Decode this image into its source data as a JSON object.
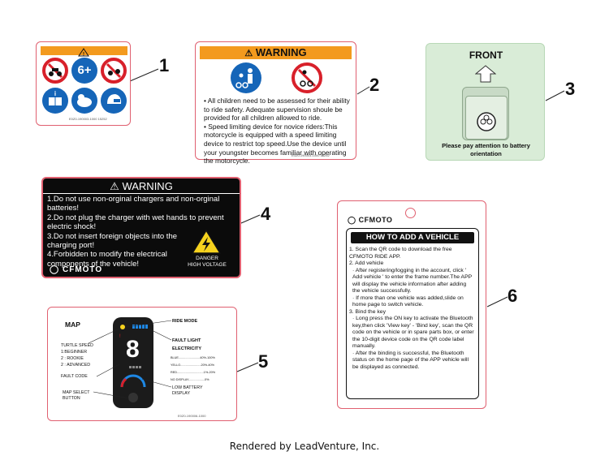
{
  "label1": {
    "code": "E0Z0-190003-1000 15252",
    "number": "1",
    "age_text": "6+"
  },
  "label2": {
    "title": "WARNING",
    "bullet1": "• All children need to be assessed for their ability to ride safety. Adequate supervision shoule be provided for all children allowed to ride.",
    "bullet2": "• Speed limiting device for novice riders:This motorcycle is equipped with a speed limiting device to restrict top speed.Use the device until your youngster becomes familiar with operating the motorcycle.",
    "code": "E0Z0-190003-1000 15252",
    "number": "2"
  },
  "label3": {
    "title": "FRONT",
    "note": "Please pay attention to battery orientation",
    "number": "3"
  },
  "label4": {
    "title": "WARNING",
    "items": [
      "1.Do not use non-orginal chargers and non-orginal batteries!",
      "2.Do not plug the charger with wet hands to prevent electric shock!",
      "3.Do not insert foreign objects into the charging port!",
      "4.Forbidden to modify the electrical components of the vehicle!"
    ],
    "brand": "CFMOTO",
    "danger": "DANGER",
    "voltage": "HIGH VOLTAGE",
    "number": "4"
  },
  "label5": {
    "map": "MAP",
    "ride_mode": "RIDE MODE",
    "fault_light": "FAULT LIGHT",
    "turtle_speed": "TURTLE SPEED",
    "beginner": "1:BEGINNER",
    "rookie": "2 : ROOKIE",
    "advanced": "2 : ADVANCED",
    "electricity": "ELECTRICITY",
    "blue": "BLUE.........................40%-100%",
    "yellow": "YELLO........................20%-40%",
    "red": "RED...............................1%-20%",
    "nodisplay": "NO DISPLAY...................0%",
    "fault_code": "FAULT CODE",
    "map_select": "MAP SELECT BUTTON",
    "low_battery": "LOW BATTERY DISPLAY",
    "digit": "8",
    "code": "E0Z0-190006-1000",
    "number": "5"
  },
  "label6": {
    "brand": "CFMOTO",
    "title": "HOW TO ADD A VEHICLE",
    "step1": "1. Scan the QR code to download the free CFMOTO RIDE APP.",
    "step2": "2. Add vehicle",
    "s2a": "· After registering/logging in the account, click ' Add vehicle ' to enter the frame number.The APP will display the vehicle information after adding the vehicle successfully.",
    "s2b": "· If more than one vehicle was added,slide on home page to switch vehicle.",
    "step3": "3. Bind the key",
    "s3a": "· Long press the ON key to activate the Bluetooth key,then click 'View key' - 'Bind key', scan the QR code on the vehicle or in spare parts box, or enter the 10-digit device code on the QR code label manually.",
    "s3b": "· After the binding is successful, the Bluetooth status on the home page of the APP vehicle will be displayed as connected.",
    "number": "6"
  },
  "footer": "Rendered by LeadVenture, Inc.",
  "colors": {
    "orange": "#f39a1e",
    "blue": "#1565b8",
    "red": "#d8202a",
    "green": "#d9ecd7",
    "card_border": "#e06070"
  }
}
